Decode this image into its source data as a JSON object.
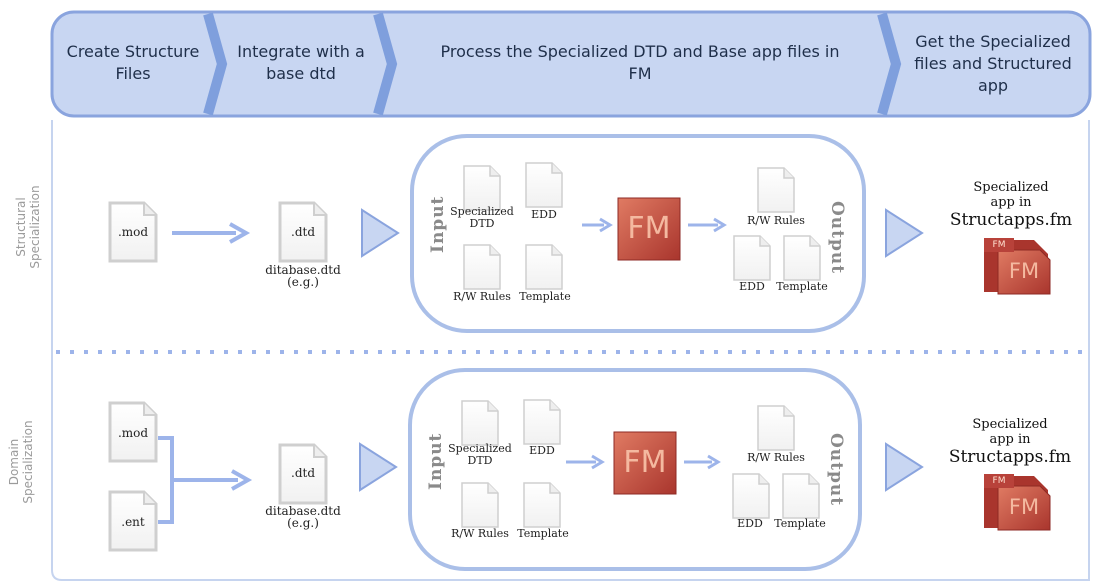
{
  "header": {
    "steps": [
      {
        "label": "Create Structure Files"
      },
      {
        "label": "Integrate with a base dtd"
      },
      {
        "label": "Process the Specialized DTD and Base app files in FM"
      },
      {
        "label": "Get the Specialized files and Structured app"
      }
    ]
  },
  "rows": [
    {
      "side_label": "Structural Specialization",
      "source_files": [
        ".mod"
      ],
      "dtd": {
        "ext": ".dtd",
        "name": "ditabase.dtd",
        "note": "(e.g.)"
      },
      "input_label": "Input",
      "output_label": "Output",
      "inputs": [
        "Specialized DTD",
        "EDD",
        "R/W Rules",
        "Template"
      ],
      "app_icon": "FM",
      "outputs": [
        "R/W Rules",
        "EDD",
        "Template"
      ],
      "result": {
        "line1": "Specialized",
        "line2": "app in",
        "line3": "Structapps.fm"
      },
      "result_icon": {
        "small": "FM",
        "large": "FM"
      }
    },
    {
      "side_label": "Domain Specialization",
      "source_files": [
        ".mod",
        ".ent"
      ],
      "dtd": {
        "ext": ".dtd",
        "name": "ditabase.dtd",
        "note": "(e.g.)"
      },
      "input_label": "Input",
      "output_label": "Output",
      "inputs": [
        "Specialized DTD",
        "EDD",
        "R/W Rules",
        "Template"
      ],
      "app_icon": "FM",
      "outputs": [
        "R/W Rules",
        "EDD",
        "Template"
      ],
      "result": {
        "line1": "Specialized",
        "line2": "app in",
        "line3": "Structapps.fm"
      },
      "result_icon": {
        "small": "FM",
        "large": "FM"
      }
    }
  ],
  "colors": {
    "header_fill": "#c8d6f2",
    "header_border": "#8aa4de",
    "chevron": "#7f9fdd",
    "arrow": "#9db4ea",
    "box_border": "#aabfe8",
    "divider": "#9db4ea",
    "fm_red": "#c8554a",
    "fm_text": "#f4b9a0"
  }
}
